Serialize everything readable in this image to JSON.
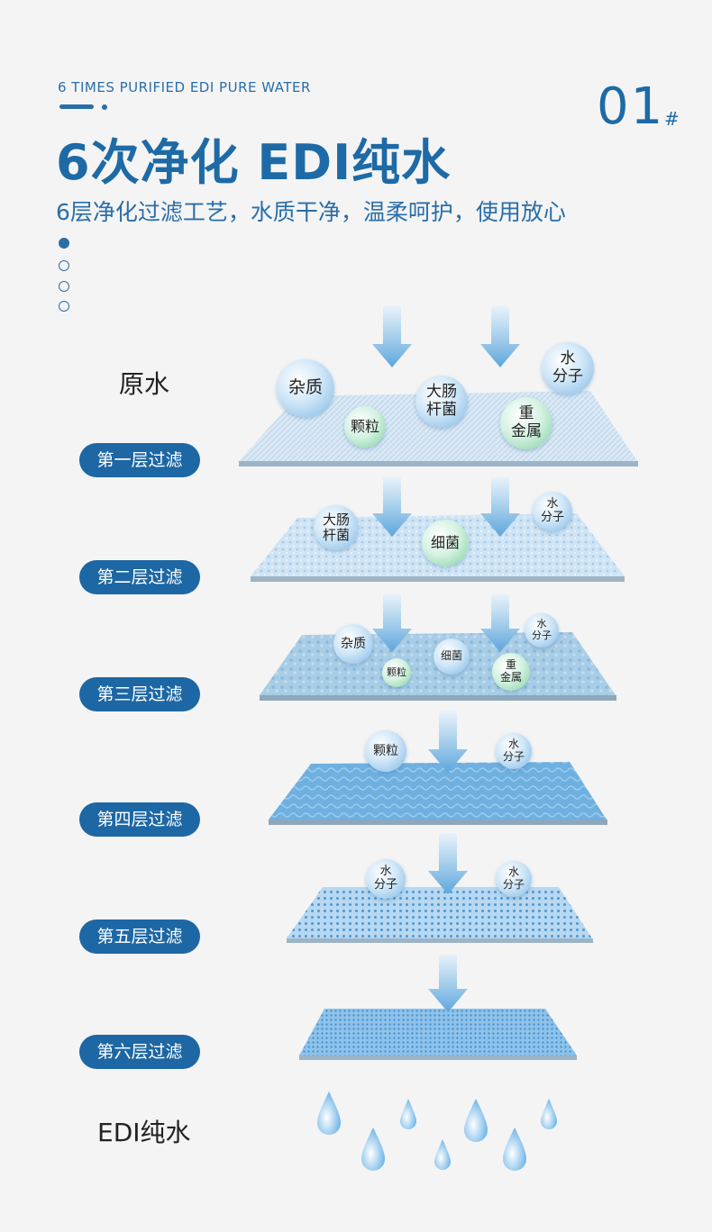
{
  "header": {
    "subtitle_en": "6 TIMES PURIFIED EDI PURE WATER",
    "title": "6次净化  EDI纯水",
    "tagline": "6层净化过滤工艺，水质干净，温柔呵护，使用放心",
    "number": "01",
    "hash": "#"
  },
  "pagination": {
    "count": 4,
    "active": 0
  },
  "labels": {
    "raw_water": "原水",
    "output": "EDI纯水"
  },
  "layers": [
    {
      "label": "第一层过滤"
    },
    {
      "label": "第二层过滤"
    },
    {
      "label": "第三层过滤"
    },
    {
      "label": "第四层过滤"
    },
    {
      "label": "第五层过滤"
    },
    {
      "label": "第六层过滤"
    }
  ],
  "molecules": {
    "impurity": "杂质",
    "particle": "颗粒",
    "ecoli": "大肠\n杆菌",
    "metal": "重\n金属",
    "water": "水\n分子",
    "bacteria": "细菌"
  },
  "colors": {
    "brand": "#1d67a4",
    "accent": "#2a6ea8"
  }
}
